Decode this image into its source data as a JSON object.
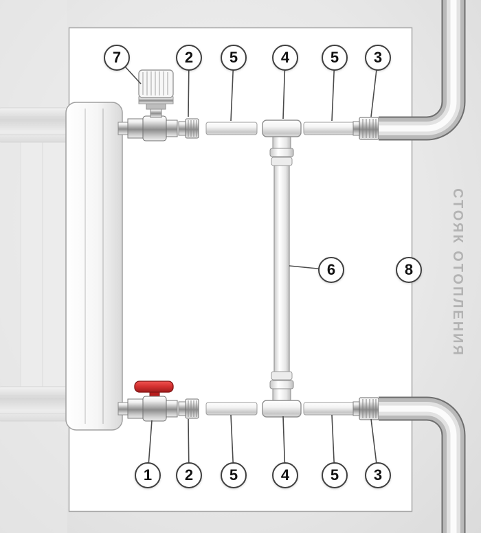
{
  "figure": {
    "background": "#e9e9e9",
    "panel_background": "#ffffff",
    "callout_border_color": "#3f3f3f",
    "valve_handle_color": "#c62828",
    "riser_text_color": "#b3b3b3"
  },
  "riser": {
    "label": "стояк отопления"
  },
  "callouts": {
    "top": [
      {
        "n": "7"
      },
      {
        "n": "2"
      },
      {
        "n": "5"
      },
      {
        "n": "4"
      },
      {
        "n": "5"
      },
      {
        "n": "3"
      }
    ],
    "middle": [
      {
        "n": "6"
      },
      {
        "n": "8"
      }
    ],
    "bottom": [
      {
        "n": "1"
      },
      {
        "n": "2"
      },
      {
        "n": "5"
      },
      {
        "n": "4"
      },
      {
        "n": "5"
      },
      {
        "n": "3"
      }
    ]
  },
  "components": {
    "1": "ball-valve",
    "2": "adapter-fitting",
    "3": "union-connection",
    "4": "tee",
    "5": "pipe-segment",
    "6": "bypass-pipe",
    "7": "thermostatic-valve",
    "8": "heating-riser"
  }
}
